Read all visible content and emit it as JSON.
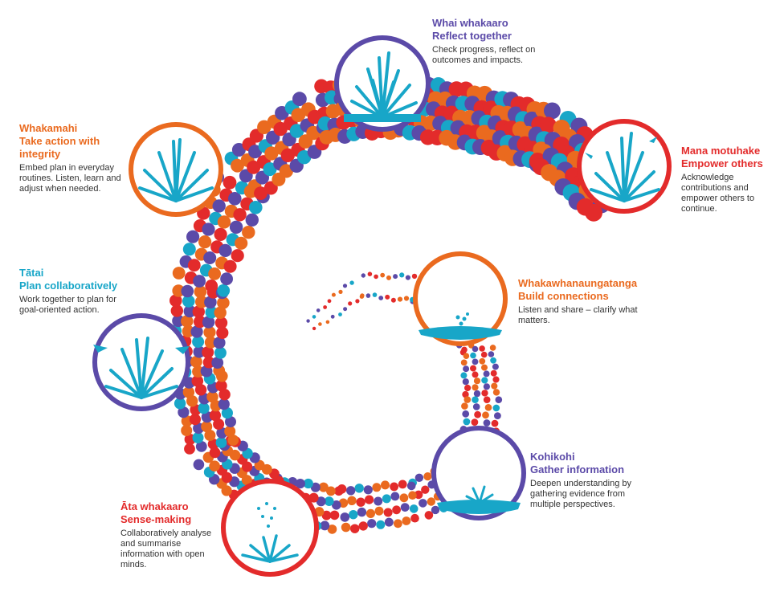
{
  "colors": {
    "purple": "#5b4aa8",
    "orange": "#ea6a1f",
    "red": "#e32b2b",
    "teal": "#18a6c8"
  },
  "stages": {
    "reflect": {
      "title_maori": "Whai whakaaro",
      "title_english": "Reflect together",
      "description": "Check progress, reflect on outcomes and impacts.",
      "icon": "tall-flax-plant-icon"
    },
    "empower": {
      "title_maori": "Mana motuhake",
      "title_english": "Empower others",
      "description": "Acknowledge contributions and empower others to continue.",
      "icon": "flowering-flax-with-birds-icon"
    },
    "connections": {
      "title_maori": "Whakawhanaungatanga",
      "title_english": "Build connections",
      "description": "Listen and share – clarify what matters.",
      "icon": "water-droplets-icon"
    },
    "gather": {
      "title_maori": "Kohikohi",
      "title_english": "Gather information",
      "description": "Deepen understanding by gathering evidence from multiple perspectives.",
      "icon": "seedling-icon"
    },
    "sense": {
      "title_maori": "Āta whakaaro",
      "title_english": "Sense-making",
      "description": "Collaboratively analyse and summarise information with open minds.",
      "icon": "growing-grass-with-rain-icon"
    },
    "plan": {
      "title_maori": "Tātai",
      "title_english": "Plan collaboratively",
      "description": "Work together to plan for goal-oriented action.",
      "icon": "flax-with-birds-icon"
    },
    "action": {
      "title_maori": "Whakamahi",
      "title_english": "Take action with integrity",
      "description": "Embed plan in everyday routines. Listen, learn and adjust when needed.",
      "icon": "flax-bush-icon"
    }
  }
}
